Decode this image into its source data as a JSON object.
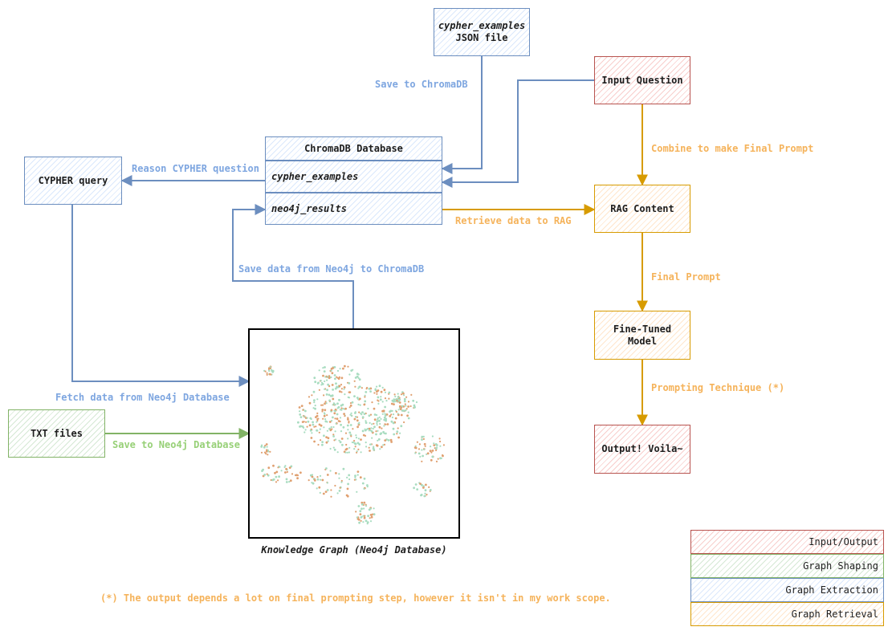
{
  "nodes": {
    "cypher_examples_file": {
      "line1": "cypher_examples",
      "line2": "JSON file"
    },
    "input_question": "Input Question",
    "chromadb": {
      "title": "ChromaDB Database",
      "row1": "cypher_examples",
      "row2": "neo4j_results"
    },
    "cypher_query": "CYPHER query",
    "rag_content": "RAG Content",
    "fine_tuned_model": {
      "line1": "Fine-Tuned",
      "line2": "Model"
    },
    "txt_files": "TXT files",
    "output": "Output! Voila~",
    "knowledge_graph_caption": "Knowledge Graph (Neo4j Database)"
  },
  "edges": {
    "save_to_chromadb": "Save to ChromaDB",
    "combine_final_prompt": "Combine to make Final Prompt",
    "reason_cypher": "Reason CYPHER question",
    "retrieve_to_rag": "Retrieve data to RAG",
    "save_neo4j_to_chromadb": "Save data from Neo4j to ChromaDB",
    "final_prompt": "Final Prompt",
    "prompting_technique": "Prompting Technique (*)",
    "fetch_from_neo4j": "Fetch data from Neo4j Database",
    "save_to_neo4j": "Save to Neo4j Database"
  },
  "note": "(*) The output depends a lot on final prompting step, however it isn't in my work scope.",
  "legend": [
    {
      "label": "Input/Output",
      "color": "#b85450"
    },
    {
      "label": "Graph Shaping",
      "color": "#82b366"
    },
    {
      "label": "Graph Extraction",
      "color": "#6c8ebf"
    },
    {
      "label": "Graph Retrieval",
      "color": "#d79b00"
    }
  ],
  "colors": {
    "blue": "#6c8ebf",
    "orange": "#d79b00",
    "green": "#82b366",
    "red": "#b85450"
  }
}
